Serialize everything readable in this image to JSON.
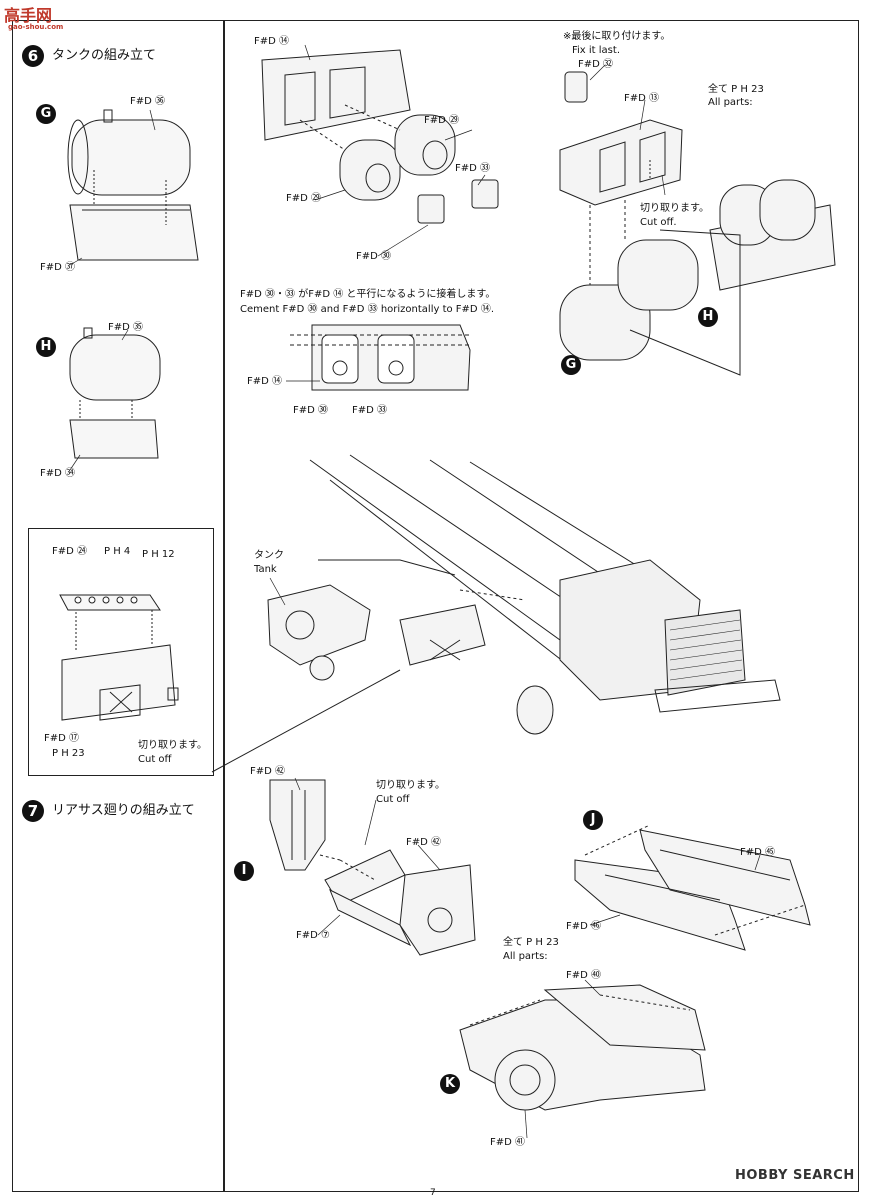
{
  "watermark": {
    "brand": "高手网",
    "url": "gao-shou.com"
  },
  "footer": {
    "brand": "HOBBY SEARCH",
    "page": "7"
  },
  "step6": {
    "number": "6",
    "title": "タンクの組み立て",
    "g_label": "G",
    "h_label": "H",
    "g_part_top": "F#D ㊱",
    "g_part_bottom": "F#D ㊲",
    "h_part_top": "F#D ㉟",
    "h_part_bottom": "F#D ㉞",
    "battery_box": {
      "part_top": "F#D ㉔",
      "ph4": "P H 4",
      "ph12": "P H 12",
      "part_bottom": "F#D ⑰",
      "ph23": "P H 23",
      "cut_ja": "切り取ります。",
      "cut_en": "Cut off"
    },
    "upper_mid": {
      "p14": "F#D ⑭",
      "p29a": "F#D ㉙",
      "p29b": "F#D ㉙",
      "p33": "F#D ㉝",
      "p30": "F#D ㉚"
    },
    "cement_note_ja": "F#D ㉚・㉝ がF#D ⑭ と平行になるように接着します。",
    "cement_note_en": "Cement F#D ㉚ and F#D ㉝ horizontally to F#D ⑭.",
    "cement_detail": {
      "p14": "F#D ⑭",
      "p30": "F#D ㉚",
      "p33": "F#D ㉝"
    },
    "right_upper": {
      "note_ja": "※最後に取り付けます。",
      "note_en": "Fix it last.",
      "p32": "F#D ㉜",
      "p13": "F#D ⑬",
      "all_ja": "全て P H 23",
      "all_en": "All parts:",
      "cut_ja": "切り取ります。",
      "cut_en": "Cut off."
    },
    "chassis": {
      "tank_ja": "タンク",
      "tank_en": "Tank"
    }
  },
  "step7": {
    "number": "7",
    "title": "リアサス廻りの組み立て",
    "i_label": "I",
    "j_label": "J",
    "k_label": "K",
    "i_part_top": "F#D ㊷",
    "i_part_right": "F#D ㊷",
    "i_part_bottom": "F#D ⑦",
    "i_cut_ja": "切り取ります。",
    "i_cut_en": "Cut off",
    "j_part_right": "F#D ㊺",
    "j_part_left": "F#D ㊻",
    "k_all_ja": "全て P H 23",
    "k_all_en": "All parts:",
    "k_part_top": "F#D ㊵",
    "k_part_bottom": "F#D ㊶"
  }
}
